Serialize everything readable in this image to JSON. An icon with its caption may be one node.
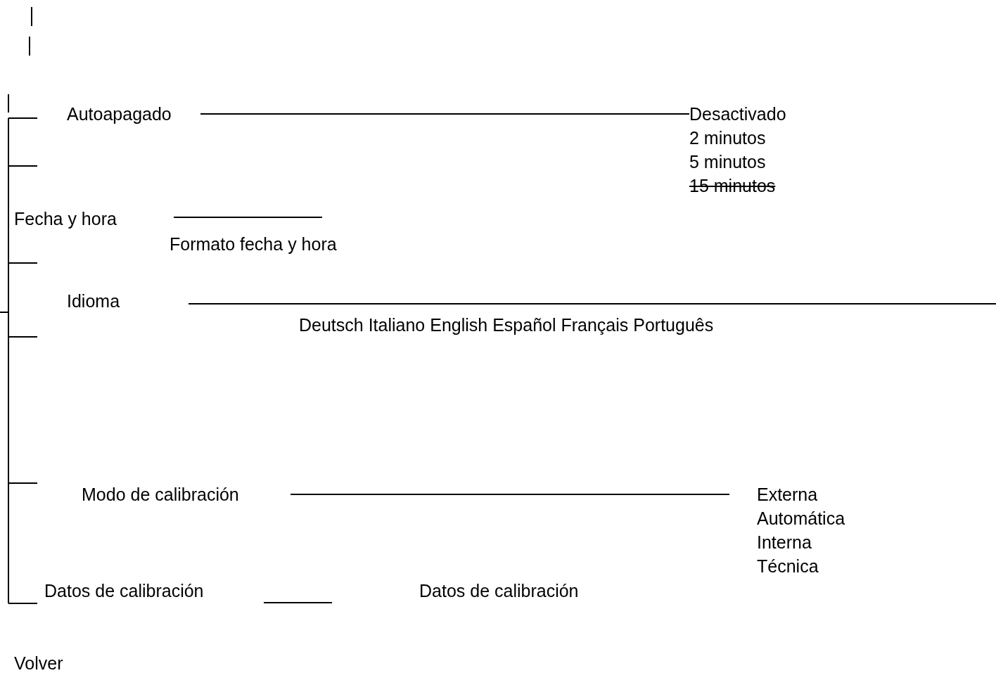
{
  "diagram": {
    "nodes": [
      {
        "text": [
          "Autoapagado"
        ]
      },
      {
        "text": [
          "Desactivado",
          "2 minutos",
          "5 minutos",
          "15 minutos"
        ]
      },
      {
        "text": [
          "Fecha y hora"
        ]
      },
      {
        "text": [
          "Formato fecha y hora"
        ]
      },
      {
        "text": [
          "Idioma"
        ]
      },
      {
        "text": [
          "Deutsch Italiano English Español Français Português"
        ]
      },
      {
        "text": [
          "Modo de calibración"
        ]
      },
      {
        "text": [
          "Externa",
          "Automática",
          "Interna",
          "Técnica"
        ]
      },
      {
        "text": [
          "Datos de calibración"
        ]
      },
      {
        "text": [
          "Datos de calibración"
        ]
      }
    ],
    "edges": [
      {
        "from": 0,
        "to": 1,
        "arrow": "none"
      },
      {
        "from": 4,
        "to": null,
        "arrow": "none"
      },
      {
        "from": 6,
        "to": 7,
        "arrow": "none"
      }
    ],
    "labels": [
      "Volver"
    ]
  }
}
